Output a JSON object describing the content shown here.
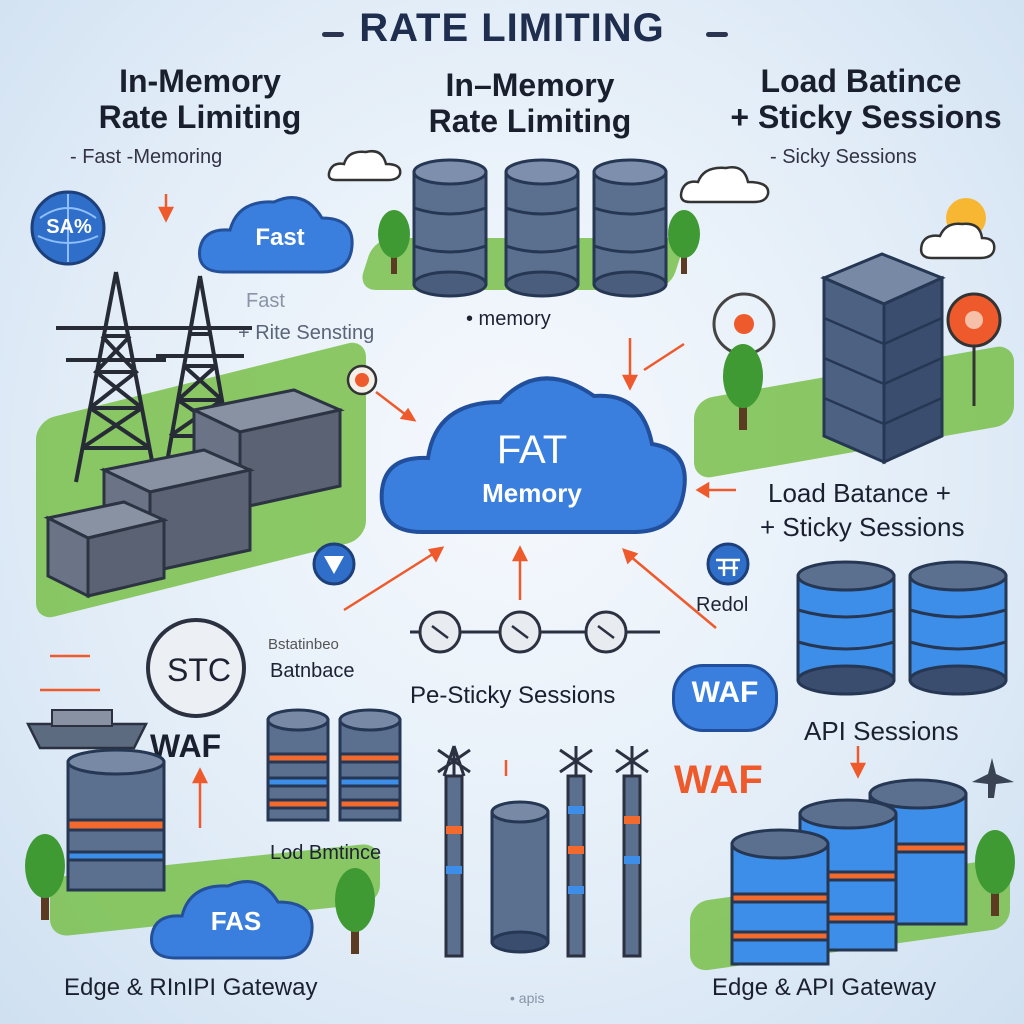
{
  "title": "RATE LIMITING",
  "colors": {
    "cloud": "#3a7fde",
    "arrow": "#ee5a2c",
    "server_body": "#5b6f8f",
    "server_stripe_blue": "#3d8ee8",
    "server_stripe_orange": "#f26a2e",
    "ground": "#79c04a",
    "tree": "#3f9a34"
  },
  "headings": {
    "left_line1": "In-Memory",
    "left_line2": "Rate Limiting",
    "left_sub": "- Fast -Memoring",
    "center_line1": "In–Memory",
    "center_line2": "Rate Limiting",
    "right_line1": "Load Batince",
    "right_line2": "+ Sticky Sessions",
    "right_sub": "- Sicky Sessions"
  },
  "labels": {
    "badge_pct": "SA%",
    "cloud_small": "Fast",
    "fast_ghost": "Fast",
    "rate_sensing": "+ Rite Sensting",
    "memory_under_servers": "• memory",
    "cloud_center_line1": "FAT",
    "cloud_center_line2": "Memory",
    "load_balance_right_1": "Load Batance +",
    "load_balance_right_2": "+ Sticky Sessions",
    "redol": "Redol",
    "stc_badge": "STC",
    "batnbace": "Batnbace",
    "batnbace_small": "Bstatinbeo",
    "pe_sticky": "Pe-Sticky Sessions",
    "waf_badge": "WAF",
    "waf_left": "WAF",
    "api_sessions": "API Sessions",
    "waf_right": "WAF",
    "lod_bmtince": "Lod Bmtince",
    "cloud_bottom": "FAS",
    "edge_left": "Edge & RInIPI Gateway",
    "edge_right": "Edge & API Gateway",
    "bottom_ghost": "• apis"
  }
}
